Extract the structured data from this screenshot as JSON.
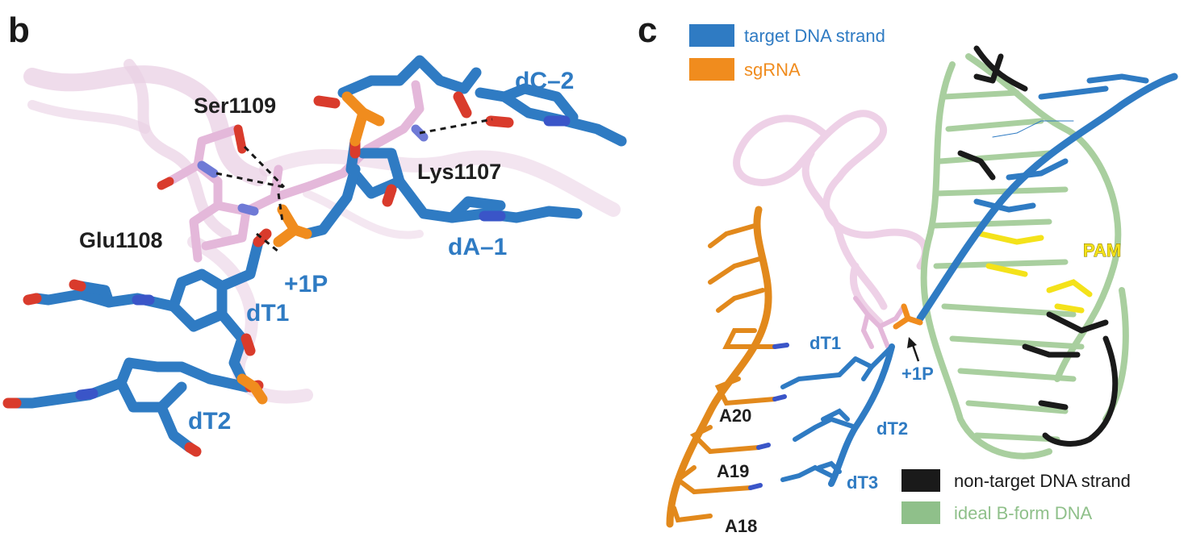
{
  "panels": {
    "b": {
      "letter": "b",
      "labels": {
        "ser1109": "Ser1109",
        "lys1107": "Lys1107",
        "glu1108": "Glu1108",
        "dc2": "dC–2",
        "da1": "dA–1",
        "p1": "+1P",
        "dt1": "dT1",
        "dt2": "dT2"
      }
    },
    "c": {
      "letter": "c",
      "labels": {
        "pam": "PAM",
        "dt1": "dT1",
        "dt2": "dT2",
        "dt3": "dT3",
        "p1": "+1P",
        "a20": "A20",
        "a19": "A19",
        "a18": "A18"
      },
      "legend": [
        {
          "text": "target DNA strand",
          "color": "#2f7bc3",
          "text_color": "#2f7bc3"
        },
        {
          "text": "sgRNA",
          "color": "#f08c1e",
          "text_color": "#f08c1e"
        },
        {
          "text": "non-target DNA strand",
          "color": "#1a1a1a",
          "text_color": "#1a1a1a"
        },
        {
          "text": "ideal B-form DNA",
          "color": "#8fc08a",
          "text_color": "#8fc08a"
        }
      ]
    }
  },
  "colors": {
    "dna_blue": "#2f7bc3",
    "protein_pink": "#e8c3df",
    "phosphorus_orange": "#f08c1e",
    "oxygen_red": "#d93b2c",
    "nitrogen_blue": "#3a55c8",
    "pam_yellow": "#f4e21a",
    "bform_green": "#a9cf9f",
    "nontarget_black": "#1a1a1a"
  }
}
